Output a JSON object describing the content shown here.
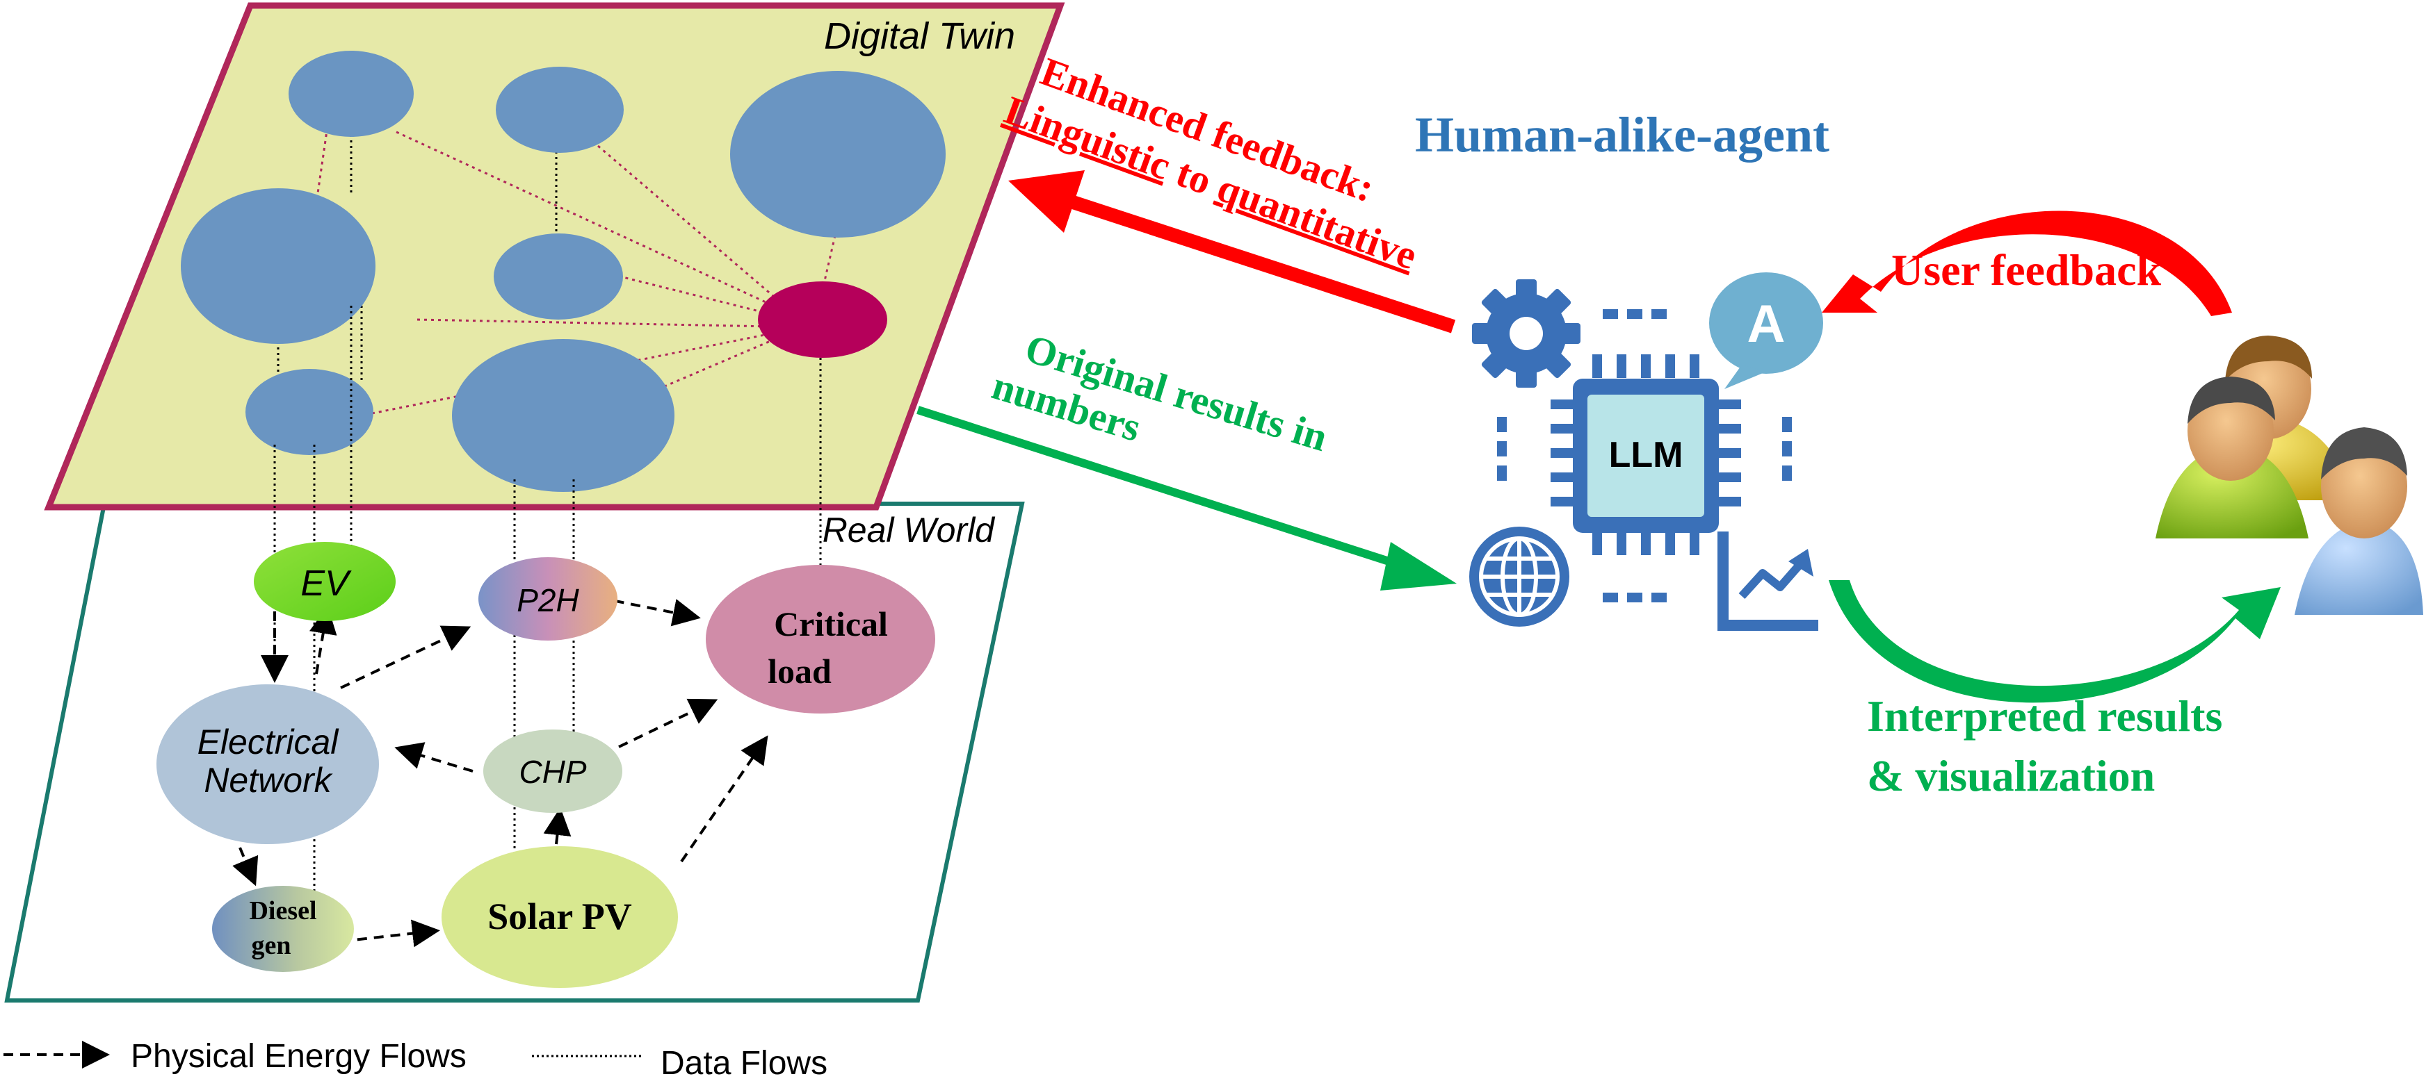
{
  "digital_twin": {
    "title": "Digital Twin"
  },
  "real_world": {
    "title": "Real World",
    "nodes": {
      "ev": "EV",
      "p2h": "P2H",
      "critical_line1": "Critical",
      "critical_line2": "load",
      "electrical_line1": "Electrical",
      "electrical_line2": "Network",
      "chp": "CHP",
      "diesel_line1": "Diesel",
      "diesel_line2": "gen",
      "solar": "Solar PV"
    }
  },
  "agent": {
    "title": "Human-alike-agent",
    "llm_label": "LLM",
    "bubble_letter": "A"
  },
  "feedback": {
    "enhanced_line1": "Enhanced feedback:",
    "enhanced_word_linguistic": "Linguistic",
    "enhanced_word_to": " to ",
    "enhanced_word_quantitative": "quantitative",
    "original_line1": "Original results in",
    "original_line2": "numbers",
    "user_feedback": "User feedback",
    "interpreted_line1": "Interpreted results",
    "interpreted_line2": "& visualization"
  },
  "legend": {
    "physical": "Physical Energy Flows",
    "data": "Data Flows"
  },
  "colors": {
    "red": "#ff0000",
    "green": "#00b050",
    "blue_title": "#2e75b6",
    "twin_fill": "#e6e9a8",
    "twin_border": "#b0275a",
    "world_border": "#1a7a6e",
    "node_blue": "#6a95c2",
    "node_hub": "#b5005a",
    "icon_blue": "#3a70b8"
  }
}
